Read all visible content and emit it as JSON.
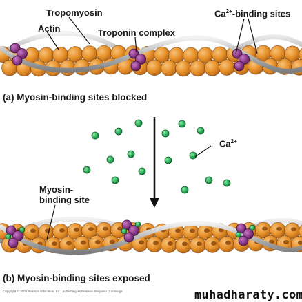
{
  "labels": {
    "tropomyosin": "Tropomyosin",
    "actin": "Actin",
    "troponin_complex": "Troponin complex",
    "ca_binding_sites_base": "Ca",
    "ca_binding_sites_sup": "2+",
    "ca_binding_sites_rest": "-binding sites",
    "ca_ion_base": "Ca",
    "ca_ion_sup": "2+",
    "myosin_binding_site_line1": "Myosin-",
    "myosin_binding_site_line2": "binding site"
  },
  "captions": {
    "panel_a": "(a) Myosin-binding sites blocked",
    "panel_b": "(b) Myosin-binding sites exposed"
  },
  "copyright": "Copyright © 2008 Pearson Education, Inc., publishing as Pearson Benjamin Cummings.",
  "watermark": "muhadharaty.com",
  "colors": {
    "actin": "#e8922a",
    "tropomyosin": "#c9c9c9",
    "troponin": "#8e3a8c",
    "calcium": "#2bb05a",
    "arrow": "#111111"
  }
}
